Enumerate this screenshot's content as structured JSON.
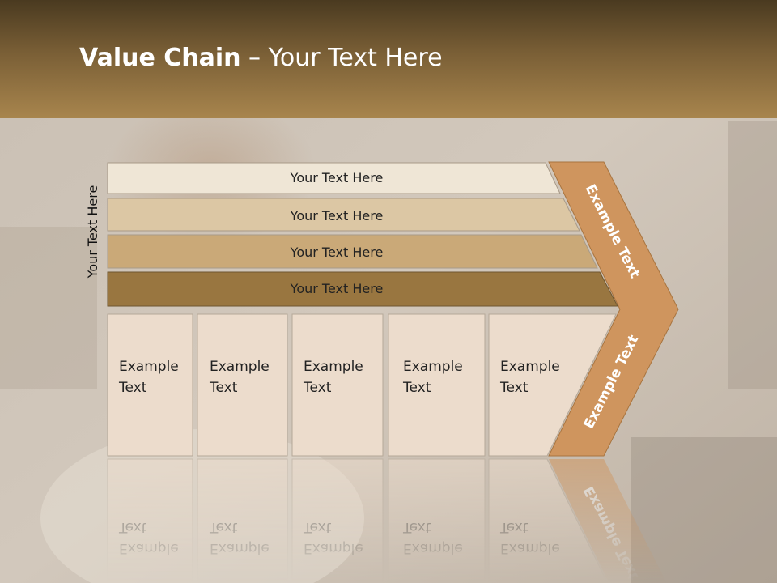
{
  "slide": {
    "title_bold": "Value Chain",
    "title_rest": " – Your Text Here",
    "side_label": "Your Text Here"
  },
  "bars": [
    {
      "label": "Your Text Here",
      "color": "#efe6d6"
    },
    {
      "label": "Your Text Here",
      "color": "#dcc7a4"
    },
    {
      "label": "Your Text Here",
      "color": "#caa978"
    },
    {
      "label": "Your Text Here",
      "color": "#997640"
    }
  ],
  "boxes": [
    {
      "line1": "Example",
      "line2": "Text"
    },
    {
      "line1": "Example",
      "line2": "Text"
    },
    {
      "line1": "Example",
      "line2": "Text"
    },
    {
      "line1": "Example",
      "line2": "Text"
    },
    {
      "line1": "Example",
      "line2": "Text"
    }
  ],
  "chevron": {
    "upper_text": "Example Text",
    "lower_text": "Example Text",
    "color": "#cf955e"
  },
  "colors": {
    "box_fill": "#ecdccc",
    "box_stroke": "#b5a898"
  }
}
